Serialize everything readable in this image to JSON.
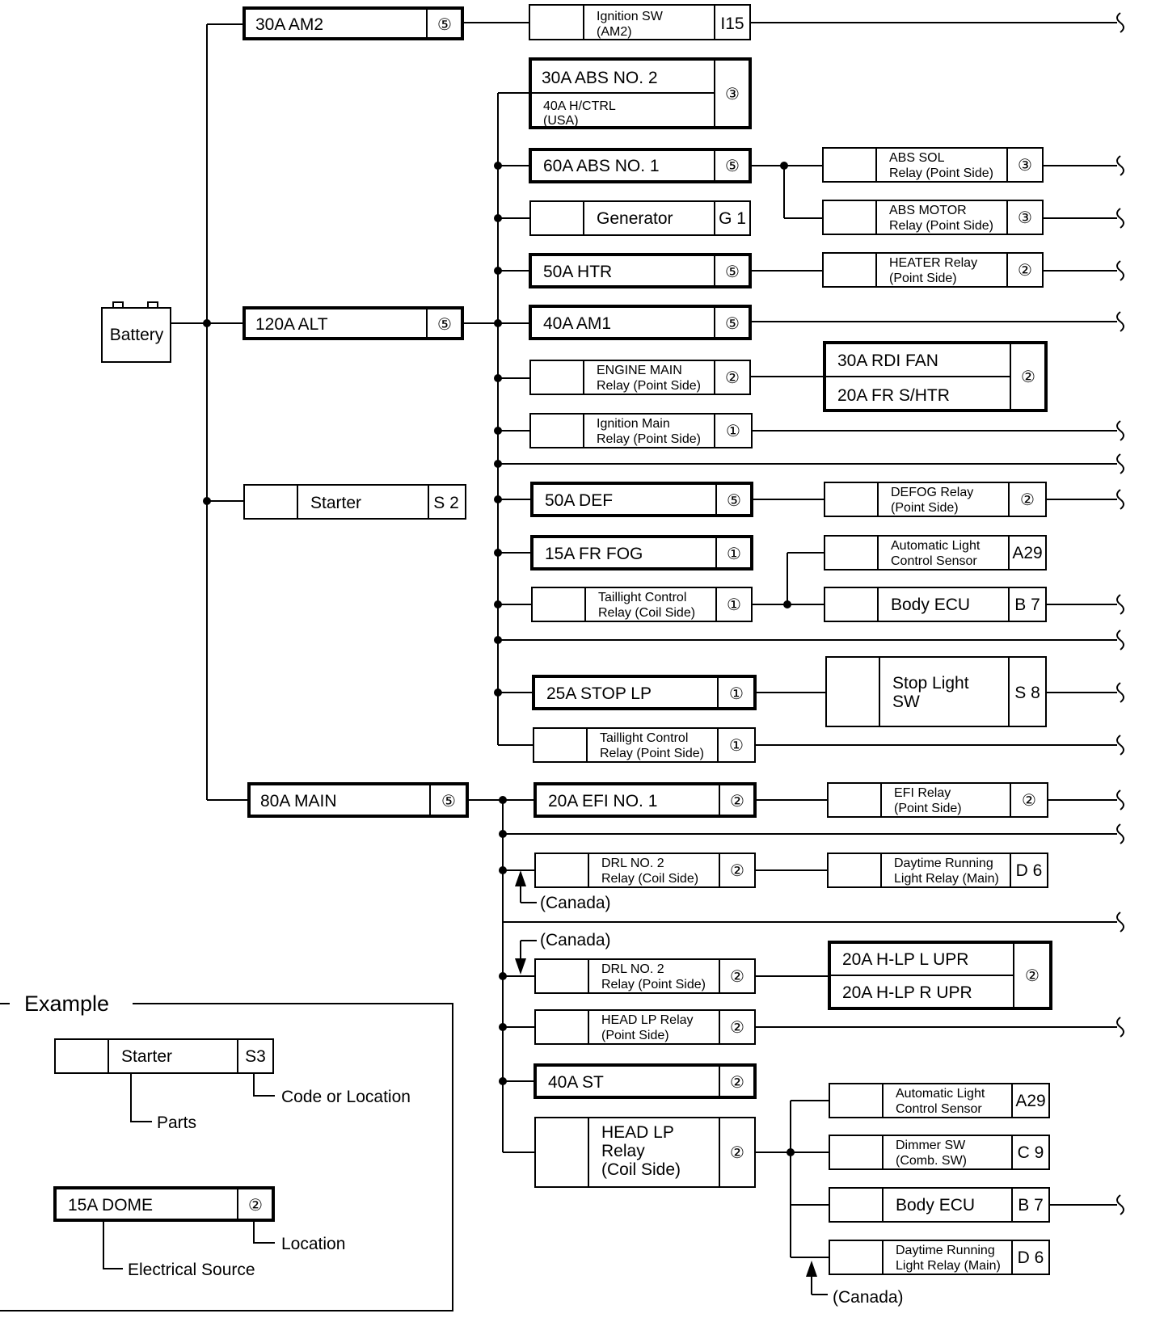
{
  "battery": "Battery",
  "main": {
    "am2": {
      "name": "30A AM2",
      "loc": "⑤",
      "ign_line1": "Ignition SW",
      "ign_line2": "(AM2)",
      "ign_code": "I15"
    },
    "abs2": {
      "name": "30A ABS NO. 2",
      "sub1": "40A H/CTRL",
      "sub2": "(USA)",
      "loc": "③"
    },
    "abs1": {
      "name": "60A ABS NO. 1",
      "loc": "⑤"
    },
    "abs_sol": {
      "line1": "ABS SOL",
      "line2": "Relay (Point Side)",
      "loc": "③"
    },
    "abs_motor": {
      "line1": "ABS MOTOR",
      "line2": "Relay (Point Side)",
      "loc": "③"
    },
    "generator": {
      "name": "Generator",
      "code": "G 1"
    },
    "htr": {
      "name": "50A HTR",
      "loc": "⑤"
    },
    "heater_relay": {
      "line1": "HEATER Relay",
      "line2": "(Point Side)",
      "loc": "②"
    },
    "alt": {
      "name": "120A ALT",
      "loc": "⑤"
    },
    "am1": {
      "name": "40A AM1",
      "loc": "⑤"
    },
    "engine_main": {
      "line1": "ENGINE MAIN",
      "line2": "Relay (Point Side)",
      "loc": "②"
    },
    "rdi": {
      "name1": "30A RDI FAN",
      "name2": "20A FR S/HTR",
      "loc": "②"
    },
    "ign_main": {
      "line1": "Ignition Main",
      "line2": "Relay (Point Side)",
      "loc": "①"
    },
    "starter": {
      "name": "Starter",
      "code": "S 2"
    },
    "def": {
      "name": "50A DEF",
      "loc": "⑤"
    },
    "defog": {
      "line1": "DEFOG Relay",
      "line2": "(Point Side)",
      "loc": "②"
    },
    "frfog": {
      "name": "15A FR FOG",
      "loc": "①"
    },
    "auto_light1": {
      "line1": "Automatic Light",
      "line2": "Control Sensor",
      "code": "A29"
    },
    "tail_coil": {
      "line1": "Taillight Control",
      "line2": "Relay (Coil Side)",
      "loc": "①"
    },
    "body_ecu1": {
      "name": "Body ECU",
      "code": "B 7"
    },
    "stop": {
      "name": "25A STOP LP",
      "loc": "①"
    },
    "stop_sw": {
      "line1": "Stop Light",
      "line2": "SW",
      "code": "S 8"
    },
    "tail_point": {
      "line1": "Taillight Control",
      "line2": "Relay (Point Side)",
      "loc": "①"
    },
    "mainfuse": {
      "name": "80A MAIN",
      "loc": "⑤"
    },
    "efi": {
      "name": "20A EFI NO. 1",
      "loc": "②"
    },
    "efi_relay": {
      "line1": "EFI Relay",
      "line2": "(Point Side)",
      "loc": "②"
    },
    "drl_coil": {
      "line1": "DRL NO. 2",
      "line2": "Relay (Coil Side)",
      "loc": "②"
    },
    "drl_main1": {
      "line1": "Daytime Running",
      "line2": "Light Relay (Main)",
      "code": "D 6"
    },
    "canada1": "(Canada)",
    "canada2": "(Canada)",
    "drl_point": {
      "line1": "DRL NO. 2",
      "line2": "Relay (Point Side)",
      "loc": "②"
    },
    "hlp": {
      "name1": "20A H-LP L UPR",
      "name2": "20A H-LP R UPR",
      "loc": "②"
    },
    "head_point": {
      "line1": "HEAD LP Relay",
      "line2": "(Point Side)",
      "loc": "②"
    },
    "st": {
      "name": "40A ST",
      "loc": "②"
    },
    "head_coil": {
      "line1": "HEAD LP",
      "line2": "Relay",
      "line3": "(Coil Side)",
      "loc": "②"
    },
    "auto_light2": {
      "line1": "Automatic Light",
      "line2": "Control Sensor",
      "code": "A29"
    },
    "dimmer": {
      "line1": "Dimmer SW",
      "line2": "(Comb. SW)",
      "code": "C 9"
    },
    "body_ecu2": {
      "name": "Body ECU",
      "code": "B 7"
    },
    "drl_main2": {
      "line1": "Daytime Running",
      "line2": "Light Relay (Main)",
      "code": "D 6"
    },
    "canada3": "(Canada)"
  },
  "example": {
    "title": "Example",
    "starter": "Starter",
    "s3": "S3",
    "code_label": "Code or Location",
    "parts": "Parts",
    "dome": "15A DOME",
    "dome_loc": "②",
    "location": "Location",
    "source": "Electrical Source"
  }
}
